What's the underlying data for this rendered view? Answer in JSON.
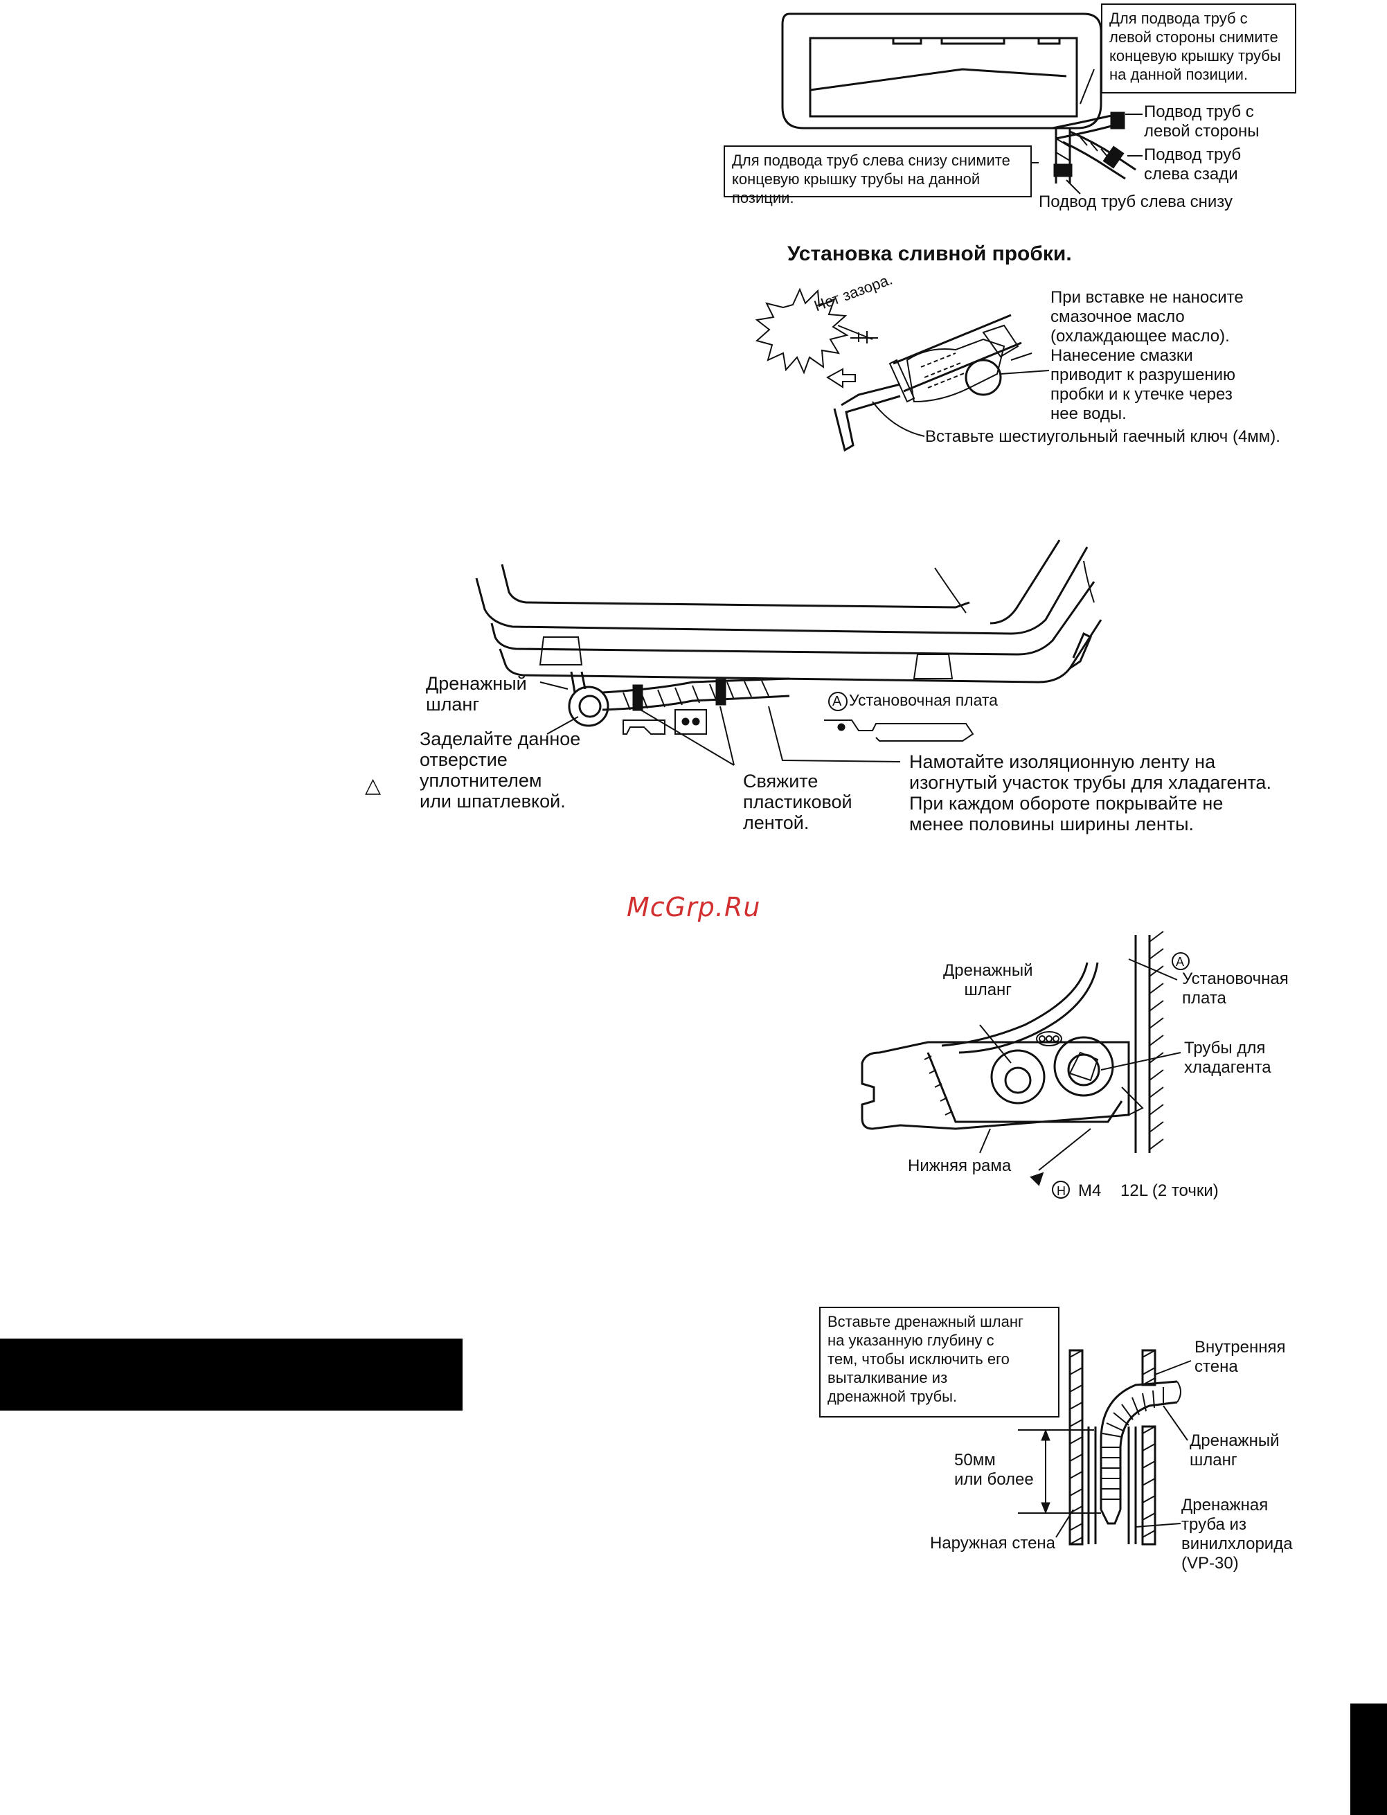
{
  "watermark": "McGrp.Ru",
  "colors": {
    "ink": "#111111",
    "watermark": "#d23030",
    "paper": "#ffffff"
  },
  "fig1": {
    "note_left_cap": "Для подвода труб с\nлевой стороны снимите\nконцевую крышку трубы\nна данной позиции.",
    "note_bottom_cap": "Для подвода труб слева снизу снимите\nконцевую крышку трубы на данной позиции.",
    "label_left": "Подвод труб с\nлевой стороны",
    "label_rear": "Подвод труб\nслева сзади",
    "label_bottom": "Подвод труб слева снизу"
  },
  "fig2": {
    "heading": "Установка сливной пробки.",
    "bubble": "Нет зазора.",
    "warning": "При вставке не наносите\nсмазочное масло\n(охлаждающее масло).\nНанесение смазки\nприводит к разрушению\nпробки и к утечке через\nнее воды.",
    "wrench": "Вставьте шестиугольный гаечный ключ (4мм)."
  },
  "fig3": {
    "drain_hose": "Дренажный\nшланг",
    "plate_mark": "A",
    "plate": "Установочная плата",
    "seal": "Заделайте данное\nотверстие\nуплотнителем\nили шпатлевкой.",
    "tie": "Свяжите\nпластиковой\nлентой.",
    "tape": "Намотайте изоляционную ленту на\nизогнутый участок трубы для хладагента.\nПри каждом обороте покрывайте не\nменее половины ширины ленты."
  },
  "fig4": {
    "drain_hose": "Дренажный\nшланг",
    "plate_mark": "A",
    "plate": "Установочная\nплата",
    "pipes": "Трубы для\nхладагента",
    "frame": "Нижняя рама",
    "screw_mark": "H",
    "screw": "M4",
    "screw_len": "12L (2 точки)"
  },
  "fig5": {
    "note": "Вставьте дренажный шланг\nна указанную глубину с\nтем, чтобы исключить его\nвыталкивание из\nдренажной трубы.",
    "inner_wall": "Внутренняя\nстена",
    "drain_hose": "Дренажный\nшланг",
    "depth": "50мм\nили более",
    "outer_wall": "Наружная стена",
    "pvc_pipe": "Дренажная\nтруба из\nвинилхлорида\n(VP-30)"
  }
}
